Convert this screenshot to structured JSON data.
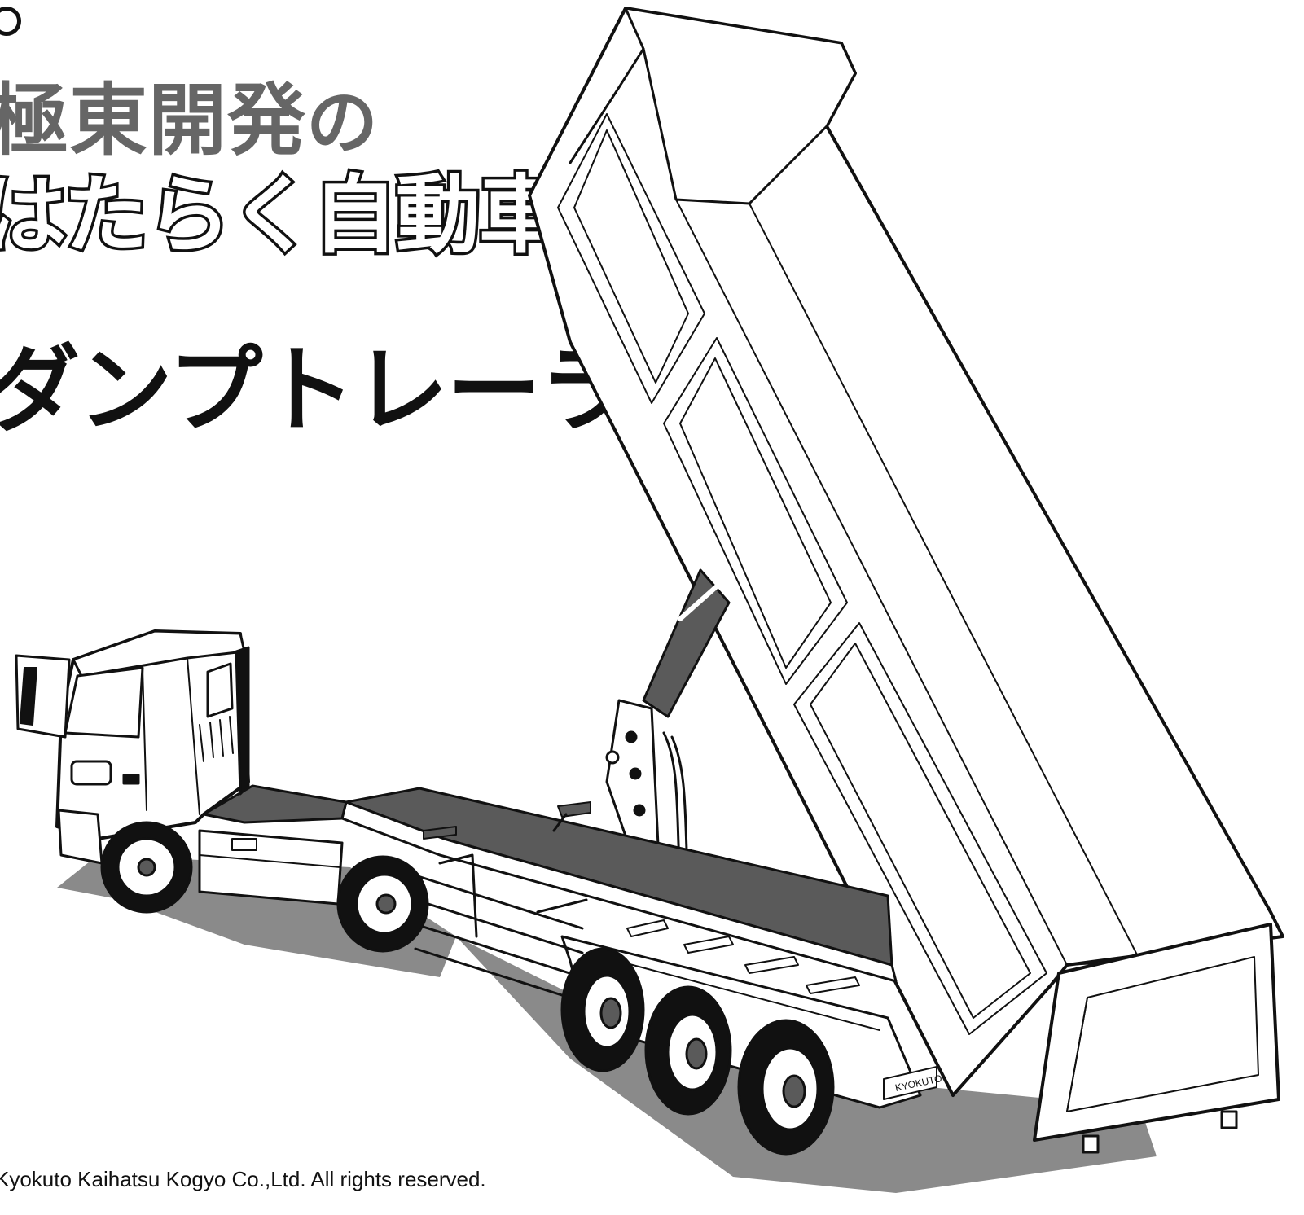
{
  "brand": {
    "line1": "極東開発",
    "line1_particle": "の",
    "line2": "はたらく自動車"
  },
  "product": {
    "title": "ダンプトレーラー"
  },
  "illustration": {
    "side_marking": "KYOKUTO"
  },
  "footer": {
    "copyright": "Kyokuto Kaihatsu Kogyo Co.,Ltd. All rights reserved."
  },
  "colors": {
    "ink": "#111111",
    "gray_shadow": "#8a8a8a",
    "gray_dark": "#5a5a5a",
    "paper": "#ffffff",
    "brand_gray": "#666666"
  }
}
